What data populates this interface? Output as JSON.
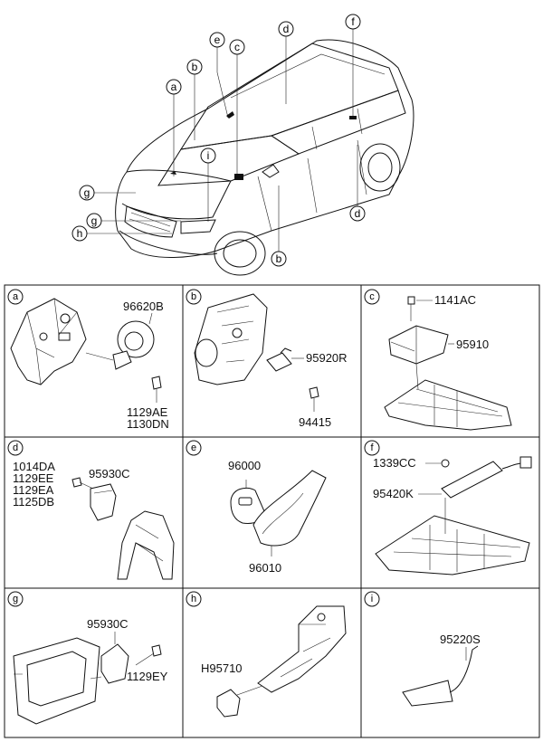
{
  "overview": {
    "callouts": [
      "a",
      "b",
      "c",
      "d",
      "e",
      "f",
      "g",
      "g",
      "h",
      "i",
      "b",
      "d"
    ]
  },
  "panels": {
    "a": {
      "tag": "a",
      "parts": [
        "96620B",
        "1129AE",
        "1130DN"
      ]
    },
    "b": {
      "tag": "b",
      "parts": [
        "95920R",
        "94415"
      ]
    },
    "c": {
      "tag": "c",
      "parts": [
        "1141AC",
        "95910"
      ]
    },
    "d": {
      "tag": "d",
      "parts": [
        "1014DA",
        "1129EE",
        "1129EA",
        "1125DB",
        "95930C"
      ]
    },
    "e": {
      "tag": "e",
      "parts": [
        "96000",
        "96010"
      ]
    },
    "f": {
      "tag": "f",
      "parts": [
        "1339CC",
        "95420K"
      ]
    },
    "g": {
      "tag": "g",
      "parts": [
        "95930C",
        "1129EY"
      ]
    },
    "h": {
      "tag": "h",
      "parts": [
        "H95710"
      ]
    },
    "i": {
      "tag": "i",
      "parts": [
        "95220S"
      ]
    }
  }
}
